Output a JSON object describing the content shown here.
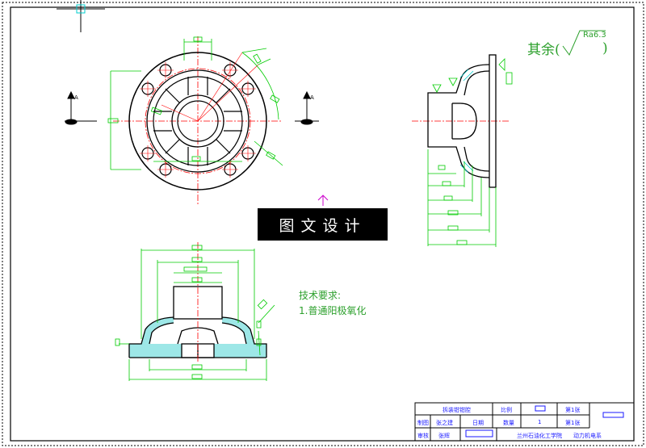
{
  "watermark": "图文设计",
  "roughness": {
    "prefix": "其余(",
    "value": "Ra6.3",
    "suffix": ")"
  },
  "technical_requirements": {
    "title": "技术要求:",
    "items": [
      "1.普通阳极氧化"
    ]
  },
  "section_marks": [
    "A",
    "A"
  ],
  "title_block": {
    "part_name": "拆装钳钳腔",
    "scale_label": "比例",
    "sheet_label": "第1张",
    "draw_label": "制图",
    "drawer": "张之建",
    "date_label": "日期",
    "material_label": "数量",
    "quantity": "1",
    "sheet2_label": "第1张",
    "check_label": "审核",
    "checker": "张辉",
    "school": "兰州石油化工学院",
    "dept": "动力机电系"
  },
  "colors": {
    "outline": "#000000",
    "dimension": "#00cc00",
    "centerline": "#ff0000",
    "hatch": "#00cccc",
    "text_green": "#2ca02c",
    "title_text": "#1a1aff",
    "mark": "#cc00cc"
  }
}
